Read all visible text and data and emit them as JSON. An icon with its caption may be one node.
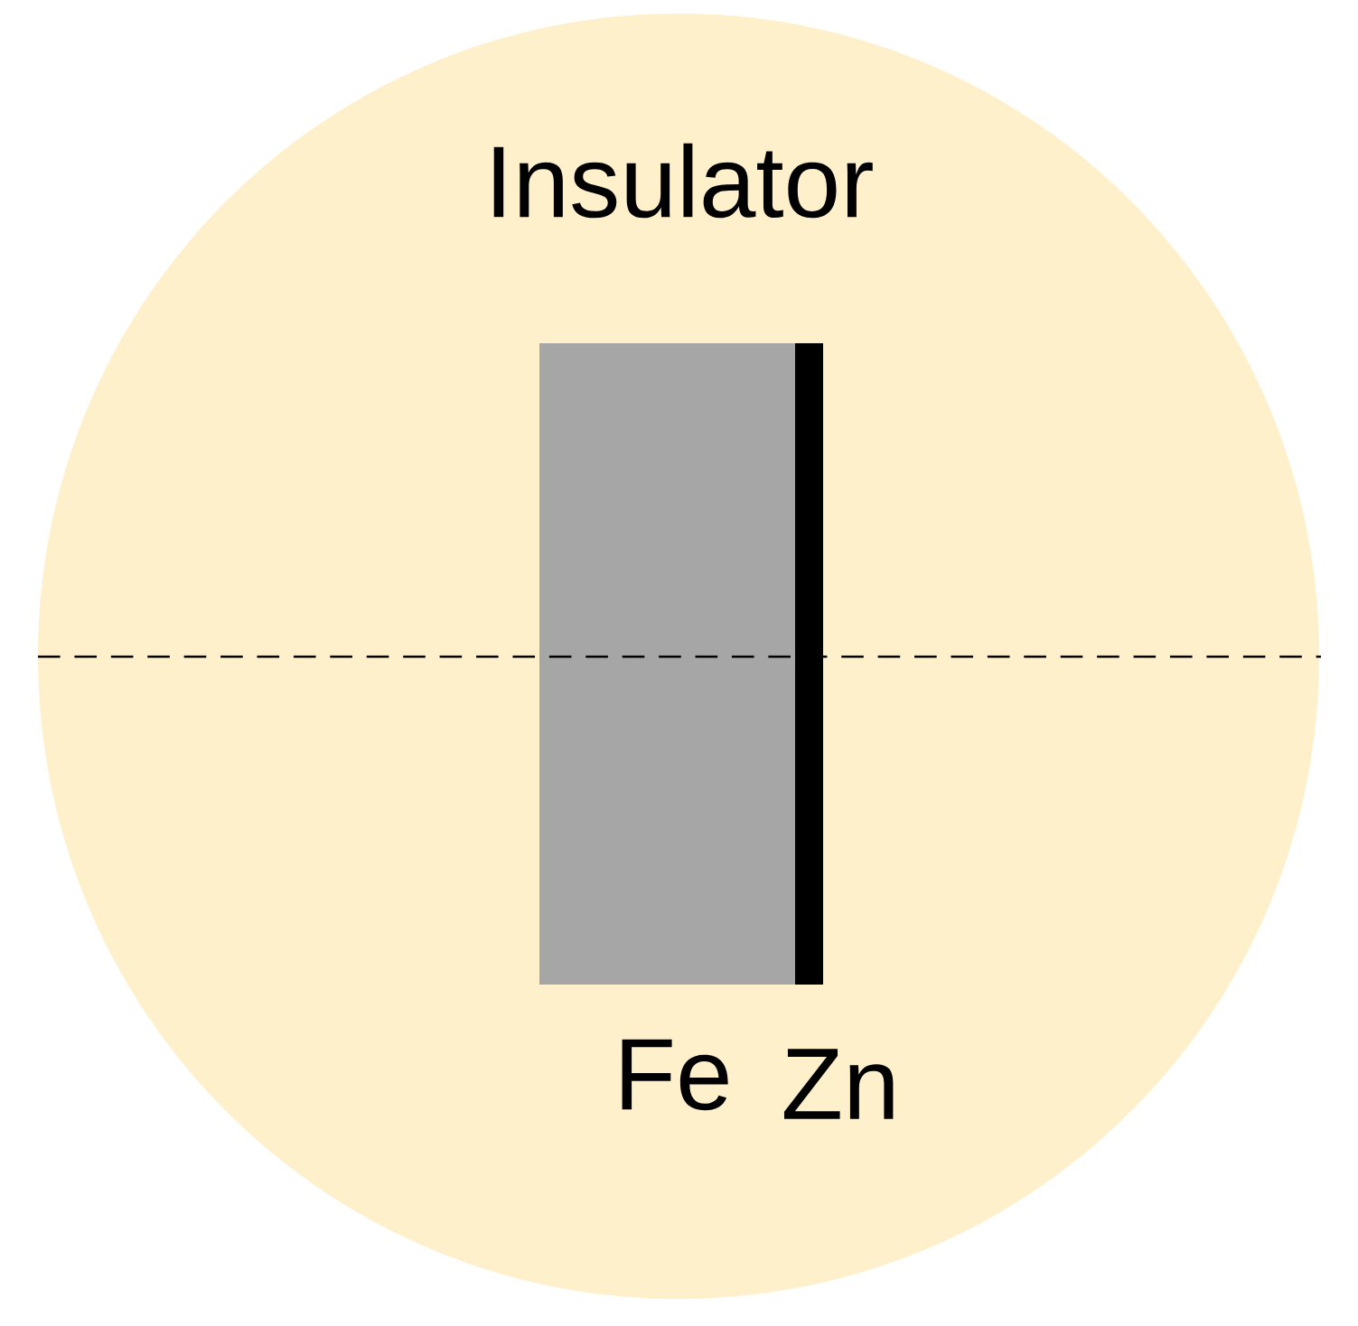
{
  "diagram": {
    "nodes": [
      {
        "text": [
          "Insulator"
        ]
      },
      {
        "text": [],
        "shape": "box",
        "beside": [
          "Fe"
        ],
        "in": 0
      },
      {
        "text": [],
        "shape": "bar",
        "beside": [
          "Zn"
        ],
        "in": 0
      }
    ]
  }
}
